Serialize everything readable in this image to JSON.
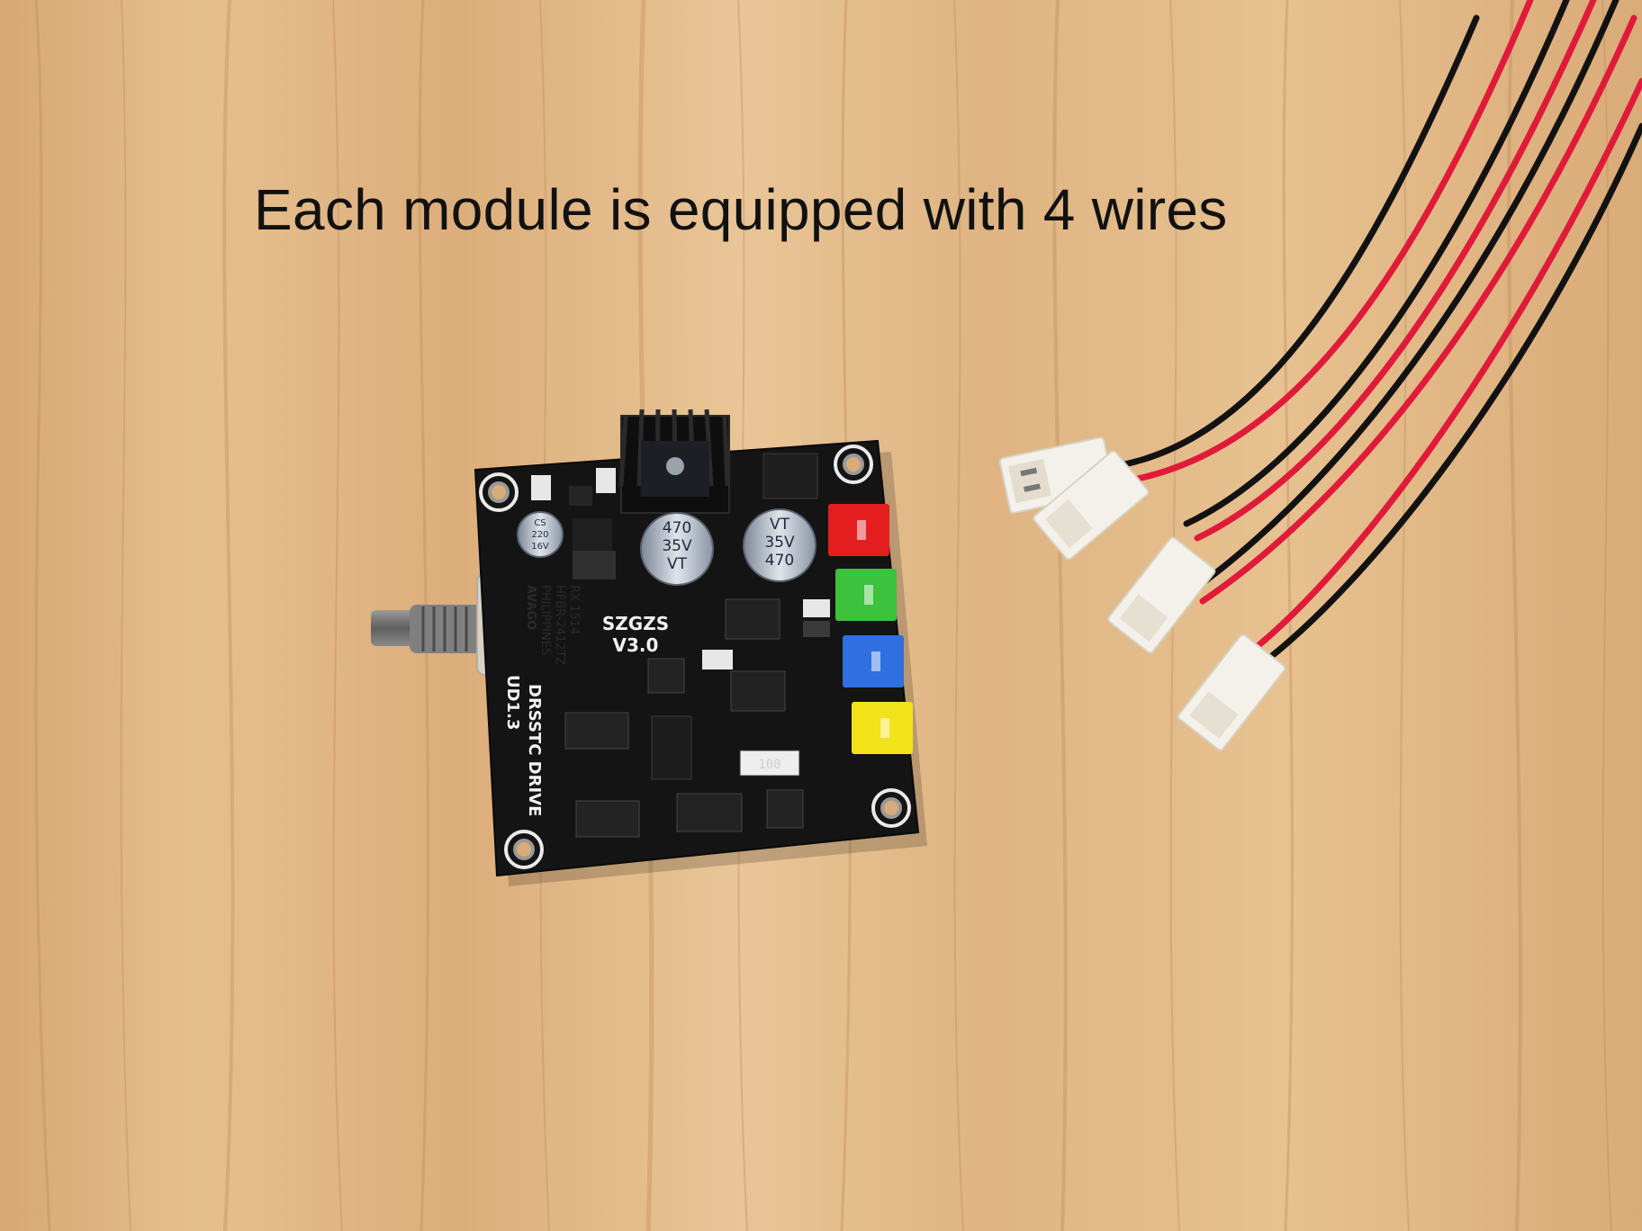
{
  "caption": "Each module is equipped with 4 wires",
  "board": {
    "brand": "SZGZS",
    "version": "V3.0",
    "drive_label": "DRSSTC DRIVE",
    "drive_version": "UD1.3",
    "capacitor_left": [
      "470",
      "35V",
      "VT"
    ],
    "capacitor_right": [
      "VT",
      "35V",
      "470"
    ],
    "small_capacitor": [
      "CS",
      "220",
      "16V"
    ],
    "receiver_label": [
      "AVAGO",
      "PHILIPPINES",
      "HFBR-2412TZ",
      "RX  1514"
    ],
    "resistor_label": "100"
  },
  "connector_colors": [
    "#e41e1e",
    "#3cc23c",
    "#2f6fe0",
    "#f2e21a"
  ],
  "wire_count": 4,
  "colors": {
    "wood": "#e2b987",
    "pcb": "#141414",
    "wire_red": "#e01b3a",
    "wire_black": "#121212",
    "plug": "#f4f1ea"
  }
}
